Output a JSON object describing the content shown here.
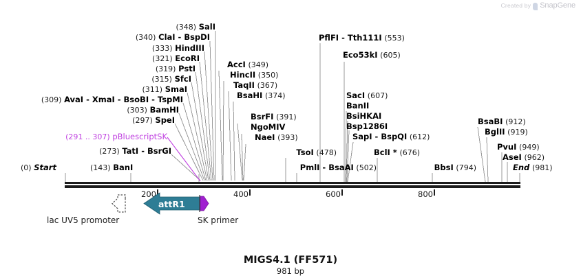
{
  "watermark": {
    "prefix": "Created by",
    "brand": "SnapGene",
    "logo_icon": "snapgene-logo-icon"
  },
  "map": {
    "title": "MIGS4.1 (FF571)",
    "subtitle": "981 bp",
    "length_bp": 981,
    "start_label": "Start",
    "start_pos": "(0)",
    "end_label": "End",
    "end_pos": "(981)"
  },
  "ruler": {
    "ticks": [
      {
        "label": "200",
        "bp": 200
      },
      {
        "label": "400",
        "bp": 400
      },
      {
        "label": "600",
        "bp": 600
      },
      {
        "label": "800",
        "bp": 800
      }
    ]
  },
  "features": [
    {
      "name": "lac UV5 promoter",
      "caption": "lac UV5 promoter",
      "shape": "promoter-arrow",
      "color": "#ffffff",
      "direction": "left"
    },
    {
      "name": "attR1",
      "caption": "attR1",
      "shape": "cds-arrow",
      "color": "#2e7d95",
      "direction": "left"
    },
    {
      "name": "SK primer",
      "caption": "SK primer",
      "shape": "primer-arrow",
      "color": "#a020d0",
      "direction": "right"
    }
  ],
  "sites": [
    {
      "id": "sal-i",
      "names": "SalI",
      "pos": "(348)",
      "order": "pos-last",
      "bp": 348
    },
    {
      "id": "cla-i",
      "names": "ClaI  -  BspDI",
      "pos": "(340)",
      "order": "pos-first",
      "bp": 340
    },
    {
      "id": "hind-iii",
      "names": "HindIII",
      "pos": "(333)",
      "order": "pos-first",
      "bp": 333
    },
    {
      "id": "eco-ri",
      "names": "EcoRI",
      "pos": "(321)",
      "order": "pos-first",
      "bp": 321
    },
    {
      "id": "pst-i",
      "names": "PstI",
      "pos": "(319)",
      "order": "pos-first",
      "bp": 319
    },
    {
      "id": "sfc-i",
      "names": "SfcI",
      "pos": "(315)",
      "order": "pos-first",
      "bp": 315
    },
    {
      "id": "sma-i",
      "names": "SmaI",
      "pos": "(311)",
      "order": "pos-first",
      "bp": 311
    },
    {
      "id": "ava-i",
      "names": "AvaI  -  XmaI  -  BsoBI  -  TspMI",
      "pos": "(309)",
      "order": "pos-first",
      "bp": 309
    },
    {
      "id": "bam-hi",
      "names": "BamHI",
      "pos": "(303)",
      "order": "pos-first",
      "bp": 303
    },
    {
      "id": "spe-i",
      "names": "SpeI",
      "pos": "(297)",
      "order": "pos-first",
      "bp": 297
    },
    {
      "id": "pbluescript",
      "names": "pBluescriptSK",
      "pos": "(291 .. 307)",
      "order": "pos-first",
      "bp": 299
    },
    {
      "id": "tat-i",
      "names": "TatI  -  BsrGI",
      "pos": "(273)",
      "order": "pos-first",
      "bp": 273
    },
    {
      "id": "ban-i",
      "names": "BanI",
      "pos": "(143)",
      "order": "pos-first",
      "bp": 143
    },
    {
      "id": "acc-i",
      "names": "AccI",
      "pos": "(349)",
      "order": "pos-last",
      "bp": 349
    },
    {
      "id": "hinc-ii",
      "names": "HincII",
      "pos": "(350)",
      "order": "pos-last",
      "bp": 350
    },
    {
      "id": "taq-ii",
      "names": "TaqII",
      "pos": "(367)",
      "order": "pos-last",
      "bp": 367
    },
    {
      "id": "bsa-hi",
      "names": "BsaHI",
      "pos": "(374)",
      "order": "pos-last",
      "bp": 374
    },
    {
      "id": "bsr-fi",
      "names": "BsrFI",
      "pos": "(391)",
      "order": "pos-last",
      "bp": 391
    },
    {
      "id": "ngo-miv",
      "names": "NgoMIV",
      "pos": "",
      "order": "pos-last",
      "bp": 392
    },
    {
      "id": "nae-i",
      "names": "NaeI",
      "pos": "(393)",
      "order": "pos-last",
      "bp": 393
    },
    {
      "id": "tso-i",
      "names": "TsoI",
      "pos": "(478)",
      "order": "pos-last",
      "bp": 478
    },
    {
      "id": "pml-i",
      "names": "PmlI  -  BsaAI",
      "pos": "(502)",
      "order": "pos-last",
      "bp": 502
    },
    {
      "id": "pfl-fi",
      "names": "PflFI  -  Tth111I",
      "pos": "(553)",
      "order": "pos-last",
      "bp": 553
    },
    {
      "id": "eco53ki",
      "names": "Eco53kI",
      "pos": "(605)",
      "order": "pos-last",
      "bp": 605
    },
    {
      "id": "sac-i",
      "names": "SacI",
      "pos": "(607)",
      "order": "pos-last",
      "bp": 607
    },
    {
      "id": "ban-ii",
      "names": "BanII",
      "pos": "",
      "order": "pos-last",
      "bp": 608
    },
    {
      "id": "bsi-hkai",
      "names": "BsiHKAI",
      "pos": "",
      "order": "pos-last",
      "bp": 609
    },
    {
      "id": "bsp1286i",
      "names": "Bsp1286I",
      "pos": "",
      "order": "pos-last",
      "bp": 610
    },
    {
      "id": "sap-i",
      "names": "SapI  -  BspQI",
      "pos": "(612)",
      "order": "pos-last",
      "bp": 612
    },
    {
      "id": "bcl-i",
      "names": "BclI *",
      "pos": "(676)",
      "order": "pos-last",
      "bp": 676
    },
    {
      "id": "bbs-i",
      "names": "BbsI",
      "pos": "(794)",
      "order": "pos-last",
      "bp": 794
    },
    {
      "id": "bsa-bi",
      "names": "BsaBI",
      "pos": "(912)",
      "order": "pos-last",
      "bp": 912
    },
    {
      "id": "bgl-ii",
      "names": "BglII",
      "pos": "(919)",
      "order": "pos-last",
      "bp": 919
    },
    {
      "id": "pvu-i",
      "names": "PvuI",
      "pos": "(949)",
      "order": "pos-last",
      "bp": 949
    },
    {
      "id": "ase-i",
      "names": "AseI",
      "pos": "(962)",
      "order": "pos-last",
      "bp": 962
    }
  ],
  "colors": {
    "accent_feature": "#2e7d95",
    "primer": "#a020d0",
    "feature_text": "#bf3fe0",
    "ruler": "#1c1c1c",
    "leader": "#9a9a9a"
  }
}
